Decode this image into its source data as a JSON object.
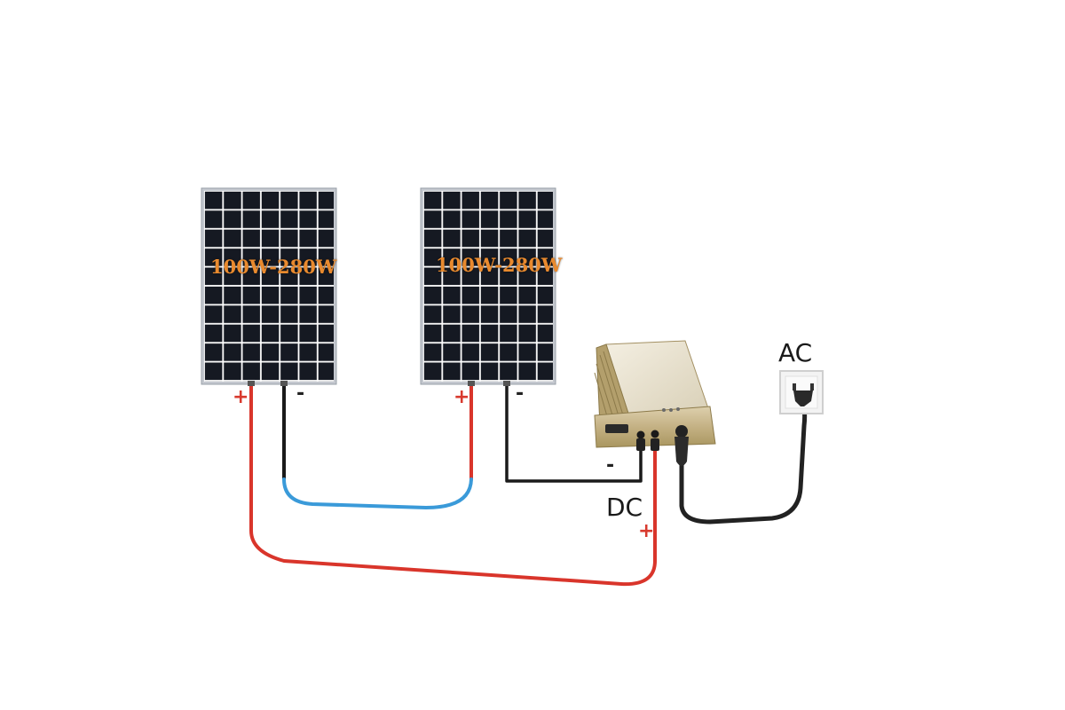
{
  "panels": [
    {
      "rating": "100W-280W",
      "positive": "+",
      "negative": "-"
    },
    {
      "rating": "100W-280W",
      "positive": "+",
      "negative": "-"
    }
  ],
  "inverter": {
    "dc_label": "DC",
    "dc_negative": "-",
    "dc_positive": "+"
  },
  "outlet": {
    "ac_label": "AC"
  },
  "colors": {
    "wire_positive": "#d9352b",
    "wire_negative": "#1a1a1a",
    "wire_series_link": "#3a9ad9",
    "ac_cable": "#222222",
    "panel_cell": "#141821",
    "panel_grid": "#c9ced6",
    "panel_frame": "#b7bcc4",
    "inverter_body": "#c8b68a",
    "rating_text": "#e98a2e"
  }
}
